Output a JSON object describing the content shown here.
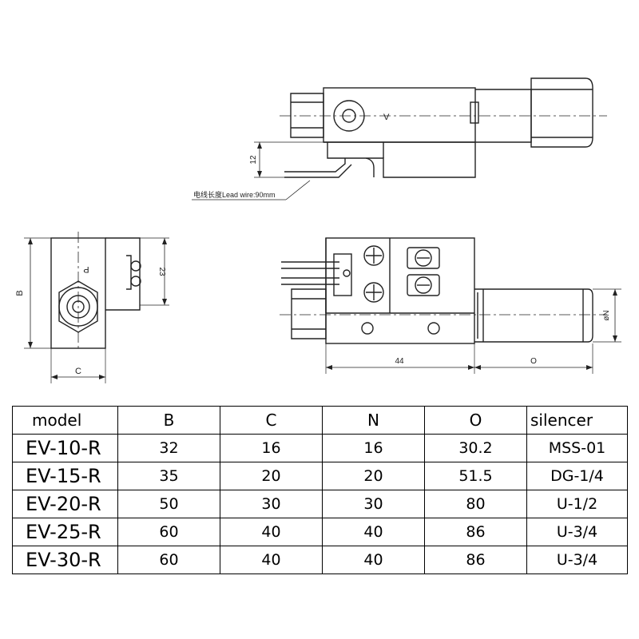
{
  "drawing": {
    "top_view": {
      "dim_12": "12",
      "label_V": "V",
      "lead_wire": "电线长度Lead wire:90mm"
    },
    "side_view": {
      "dim_B": "B",
      "dim_C": "C",
      "dim_23": "23",
      "label_P": "P"
    },
    "front_view": {
      "dim_44": "44",
      "dim_O": "O",
      "dim_N": "øN"
    }
  },
  "table": {
    "headers": [
      "model",
      "B",
      "C",
      "N",
      "O",
      "silencer"
    ],
    "rows": [
      [
        "EV-10-R",
        "32",
        "16",
        "16",
        "30.2",
        "MSS-01"
      ],
      [
        "EV-15-R",
        "35",
        "20",
        "20",
        "51.5",
        "DG-1/4"
      ],
      [
        "EV-20-R",
        "50",
        "30",
        "30",
        "80",
        "U-1/2"
      ],
      [
        "EV-25-R",
        "60",
        "40",
        "40",
        "86",
        "U-3/4"
      ],
      [
        "EV-30-R",
        "60",
        "40",
        "40",
        "86",
        "U-3/4"
      ]
    ]
  }
}
